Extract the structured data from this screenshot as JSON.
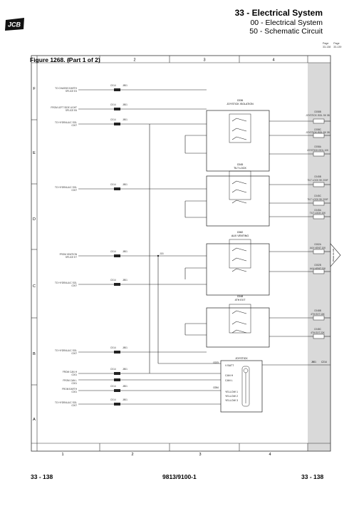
{
  "header": {
    "title": "33 - Electrical System",
    "subtitle1": "00 - Electrical System",
    "subtitle2": "50 - Schematic Circuit",
    "brand": "JCB",
    "page_tag_labels": [
      "Page",
      "Page"
    ],
    "page_tag_values": [
      "33-138",
      "33-139"
    ]
  },
  "figure": {
    "title": "Figure 1268. (Part 1 of 2)",
    "col_labels": [
      "1",
      "2",
      "3",
      "4"
    ],
    "row_labels": [
      "F",
      "E",
      "D",
      "C",
      "B",
      "A"
    ],
    "modules": [
      {
        "connector": "C036",
        "label": "JOYSTICK ISOLATION"
      },
      {
        "connector": "C045",
        "label": "TILT LOCK"
      },
      {
        "connector": "C082",
        "label": "AUX VENTING"
      },
      {
        "connector": "C048",
        "label": "4TH EXT"
      }
    ],
    "joystick": {
      "title": "JOYSTICK",
      "connector_top": "C023",
      "connector_bottom": "C054",
      "pins": [
        "V BATT",
        "CAN H",
        "CAN L",
        "YELLOW 1",
        "YELLOW 2",
        "YELLOW 3"
      ]
    },
    "right_outputs": [
      {
        "connector": "C058B",
        "label": "JOYSTICK ISOL SK 3B"
      },
      {
        "connector": "C058C",
        "label": "JOYSTICK ISOL SK 3B"
      },
      {
        "connector": "C058A",
        "label": "JOYSTICK ISOL 10K"
      },
      {
        "connector": "C045B",
        "label": "TILT LOCK SK 200F"
      },
      {
        "connector": "C045C",
        "label": "TILT LOCK SK 200F"
      },
      {
        "connector": "C045A",
        "label": "TILT LOCK 10K"
      },
      {
        "connector": "C082A",
        "label": "AUX VENT 10K"
      },
      {
        "connector": "C082B",
        "label": "AUX VENT 22K"
      },
      {
        "connector": "C048B",
        "label": "4TH EXT 10K"
      },
      {
        "connector": "C048C",
        "label": "4TH EXT 22K"
      }
    ],
    "left_sources": [
      {
        "label": "TO CHASSIS EARTH",
        "sub": "SPLICE E3"
      },
      {
        "label": "FROM LEFT SIDE LIGHT",
        "sub": "SPLICE E6"
      },
      {
        "label": "TO HYDRAULIC SOL",
        "sub": "C007"
      },
      {
        "label": "TO HYDRAULIC SOL",
        "sub": "C007"
      },
      {
        "label": "FROM IGNITION",
        "sub": "SPLICE E7"
      },
      {
        "label": "TO HYDRAULIC SOL",
        "sub": "C007"
      },
      {
        "label": "TO HYDRAULIC SOL",
        "sub": "C007"
      },
      {
        "label": "FROM CAN H",
        "sub": "C001"
      },
      {
        "label": "FROM CAN L",
        "sub": "C001"
      },
      {
        "label": "FROM EARTH",
        "sub": "C001"
      },
      {
        "label": "TO HYDRAULIC SOL",
        "sub": "C007"
      }
    ],
    "fuse_labels": [
      "C014",
      "J801"
    ],
    "splice_label": "J15",
    "arrow_label": "PAGE 33-139",
    "bottom_right_labels": [
      "J801",
      "C214"
    ]
  },
  "footer": {
    "left": "33 - 138",
    "center": "9813/9100-1",
    "right": "33 - 138"
  }
}
